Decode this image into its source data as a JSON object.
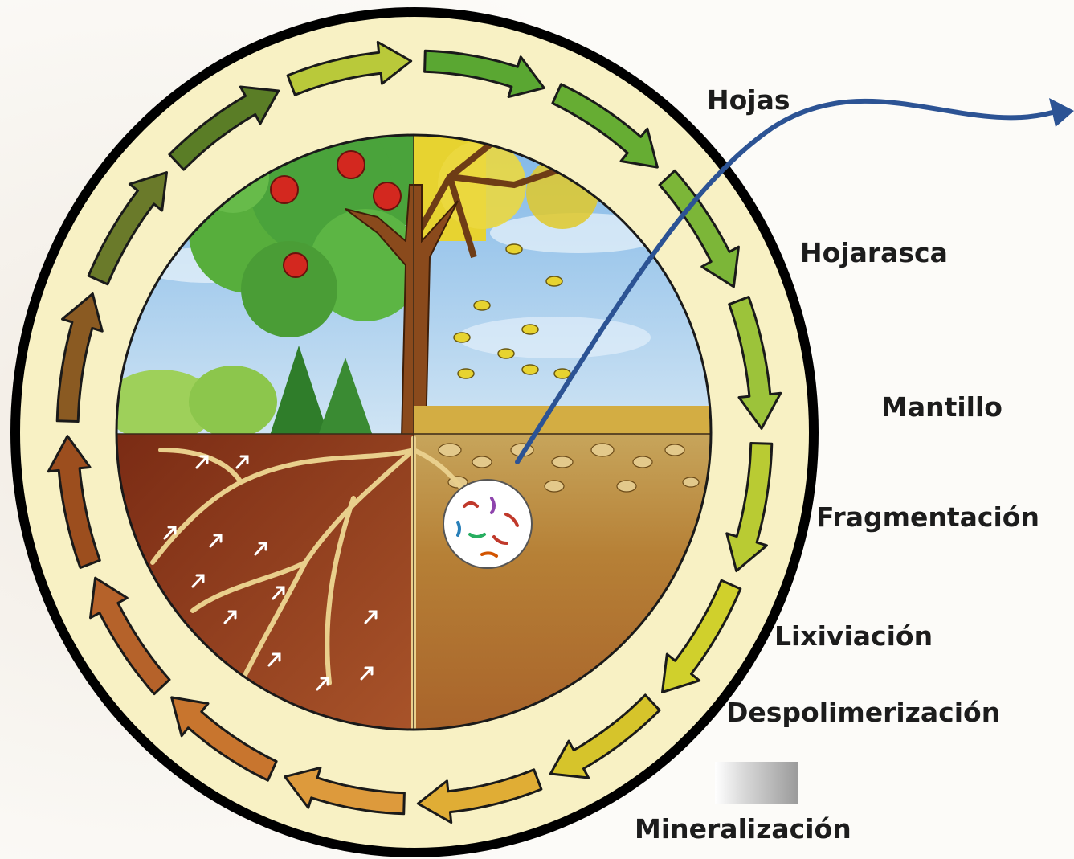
{
  "labels": {
    "hojas": "Hojas",
    "hojarasca": "Hojarasca",
    "mantillo": "Mantillo",
    "fragmentacion": "Fragmentación",
    "lixiviacion": "Lixiviación",
    "despolimerizacion": "Despolimerización",
    "mineralizacion": "Mineralización"
  },
  "colors": {
    "ring": "#f8f1c4",
    "border": "#000000",
    "pointer": "#2c5394",
    "sky": "#9ec8ec",
    "canopy": "#3f9a35",
    "autumn": "#e6d226",
    "trunk": "#8a4a1c",
    "soil_dark": "#8e3a1c",
    "soil_light": "#b8732e",
    "arrow_green": "#4f9a2e",
    "arrow_yellow": "#d8d02a",
    "arrow_orange": "#e0a23a",
    "arrow_brown": "#9c4e1e"
  }
}
